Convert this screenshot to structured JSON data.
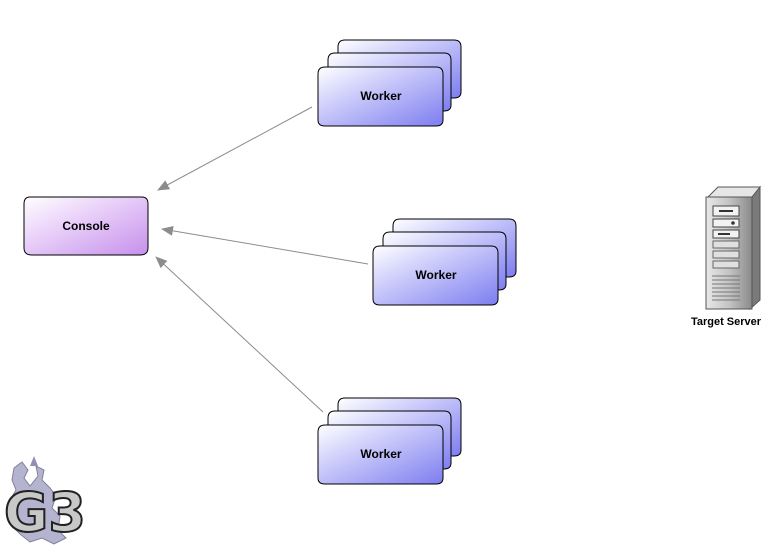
{
  "diagram": {
    "console": {
      "label": "Console"
    },
    "workers": [
      {
        "label": "Worker"
      },
      {
        "label": "Worker"
      },
      {
        "label": "Worker"
      }
    ],
    "server": {
      "label": "Target Server",
      "icon": "server-tower-icon"
    },
    "logo": {
      "text": "G3",
      "icon": "g3-logo-icon"
    }
  },
  "colors": {
    "console_fill": "#d8a8f0",
    "worker_fill": "#8f8ff2",
    "worker_highlight": "#eeeeff",
    "arrow": "#8c8c8c",
    "server_body": "#b8b8b8"
  }
}
